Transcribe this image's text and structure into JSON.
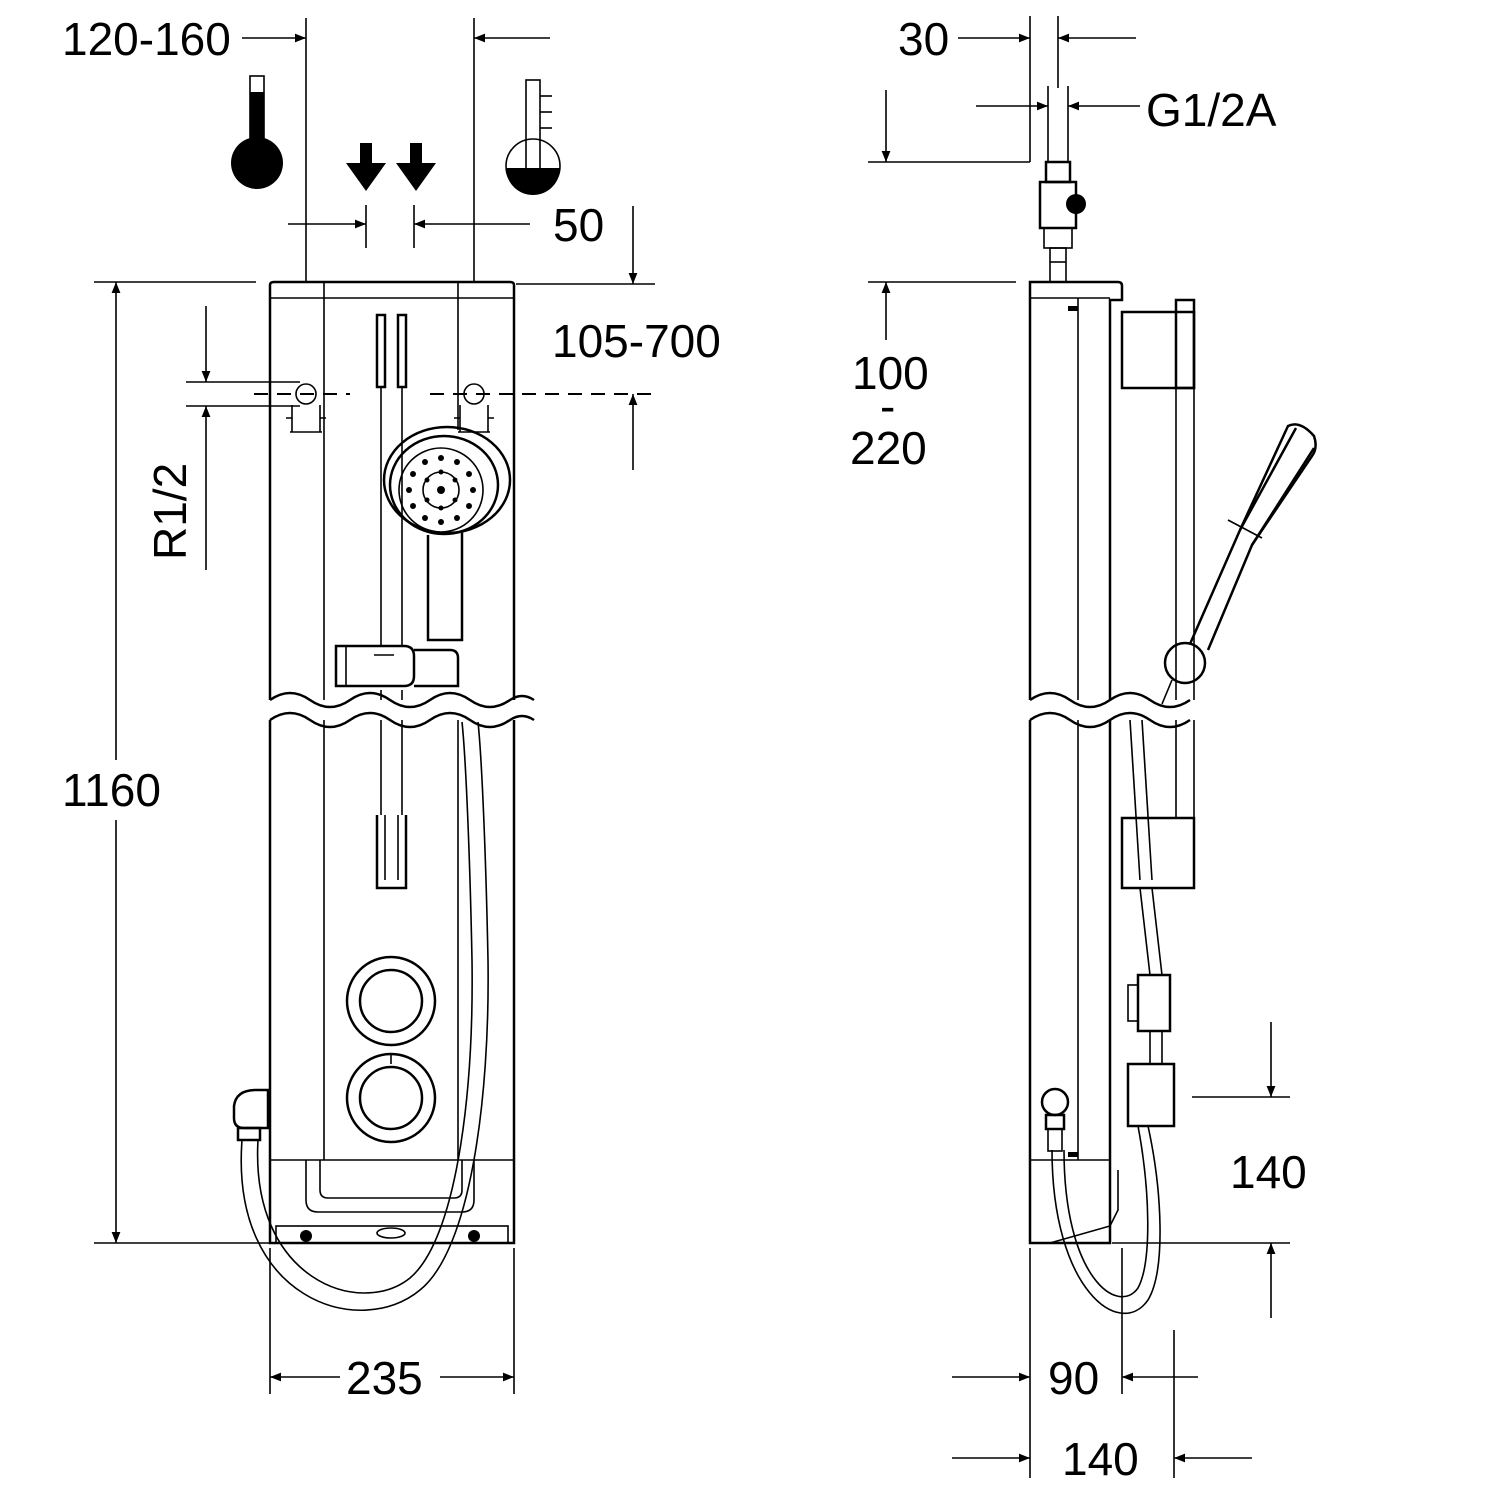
{
  "front_view": {
    "dim_connection_spacing": "120-160",
    "dim_inlet_width": "50",
    "dim_fixing_height": "105-700",
    "dim_thread_front": "R1/2",
    "dim_height": "1160",
    "dim_width": "235",
    "icons": [
      "hot-water-thermometer-icon",
      "cold-water-thermometer-icon",
      "flow-direction-arrows-icon"
    ]
  },
  "side_view": {
    "dim_pipe_width": "30",
    "dim_thread_side": "G1/2A",
    "dim_offset_top": "100",
    "dim_offset_sep": "-",
    "dim_offset_bottom": "220",
    "dim_lower_height": "140",
    "dim_depth_panel": "90",
    "dim_depth_total": "140"
  }
}
